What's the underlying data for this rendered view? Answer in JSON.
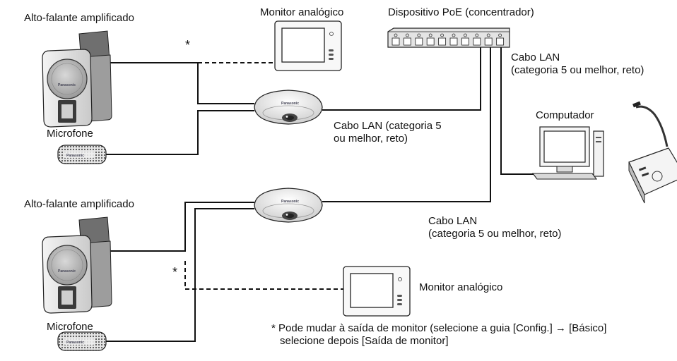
{
  "labels": {
    "speaker_top": "Alto-falante amplificado",
    "monitor_top": "Monitor analógico",
    "poe_hub": "Dispositivo PoE (concentrador)",
    "lan_top_right_1": "Cabo LAN",
    "lan_top_right_2": "(categoria 5 ou melhor, reto)",
    "computer": "Computador",
    "microphone_top": "Microfone",
    "lan_mid_1": "Cabo LAN (categoria 5",
    "lan_mid_2": "ou melhor, reto)",
    "speaker_bottom": "Alto-falante amplificado",
    "lan_bottom_1": "Cabo LAN",
    "lan_bottom_2": "(categoria 5 ou melhor, reto)",
    "monitor_bottom": "Monitor analógico",
    "microphone_bottom": "Microfone",
    "asterisk": "*",
    "footnote_1": "* Pode mudar à saída de monitor (selecione a guia [Config.] → [Básico]",
    "footnote_2": "selecione depois [Saída de monitor]"
  },
  "brand": "Panasonic"
}
